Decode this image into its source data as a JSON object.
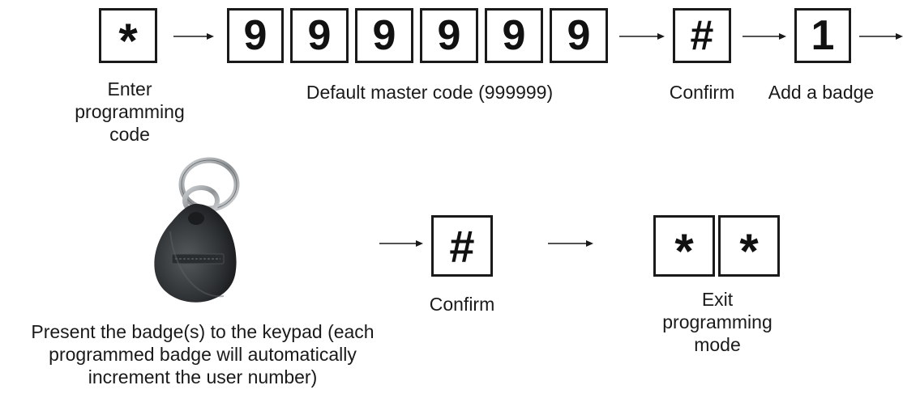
{
  "row1": {
    "start_key": "*",
    "start_label": "Enter\nprogramming\ncode",
    "code_digits": [
      "9",
      "9",
      "9",
      "9",
      "9",
      "9"
    ],
    "code_label": "Default master code (999999)",
    "confirm_key": "#",
    "confirm_label": "Confirm",
    "add_key": "1",
    "add_label": "Add a badge"
  },
  "row2": {
    "badge_label": "Present the badge(s) to the keypad (each\nprogrammed badge will automatically\nincrement the user number)",
    "confirm_key": "#",
    "confirm_label": "Confirm",
    "exit_keys": [
      "*",
      "*"
    ],
    "exit_label": "Exit\nprogramming\nmode"
  },
  "colors": {
    "ink": "#1a1a1a",
    "badge": "#3a3d40"
  }
}
